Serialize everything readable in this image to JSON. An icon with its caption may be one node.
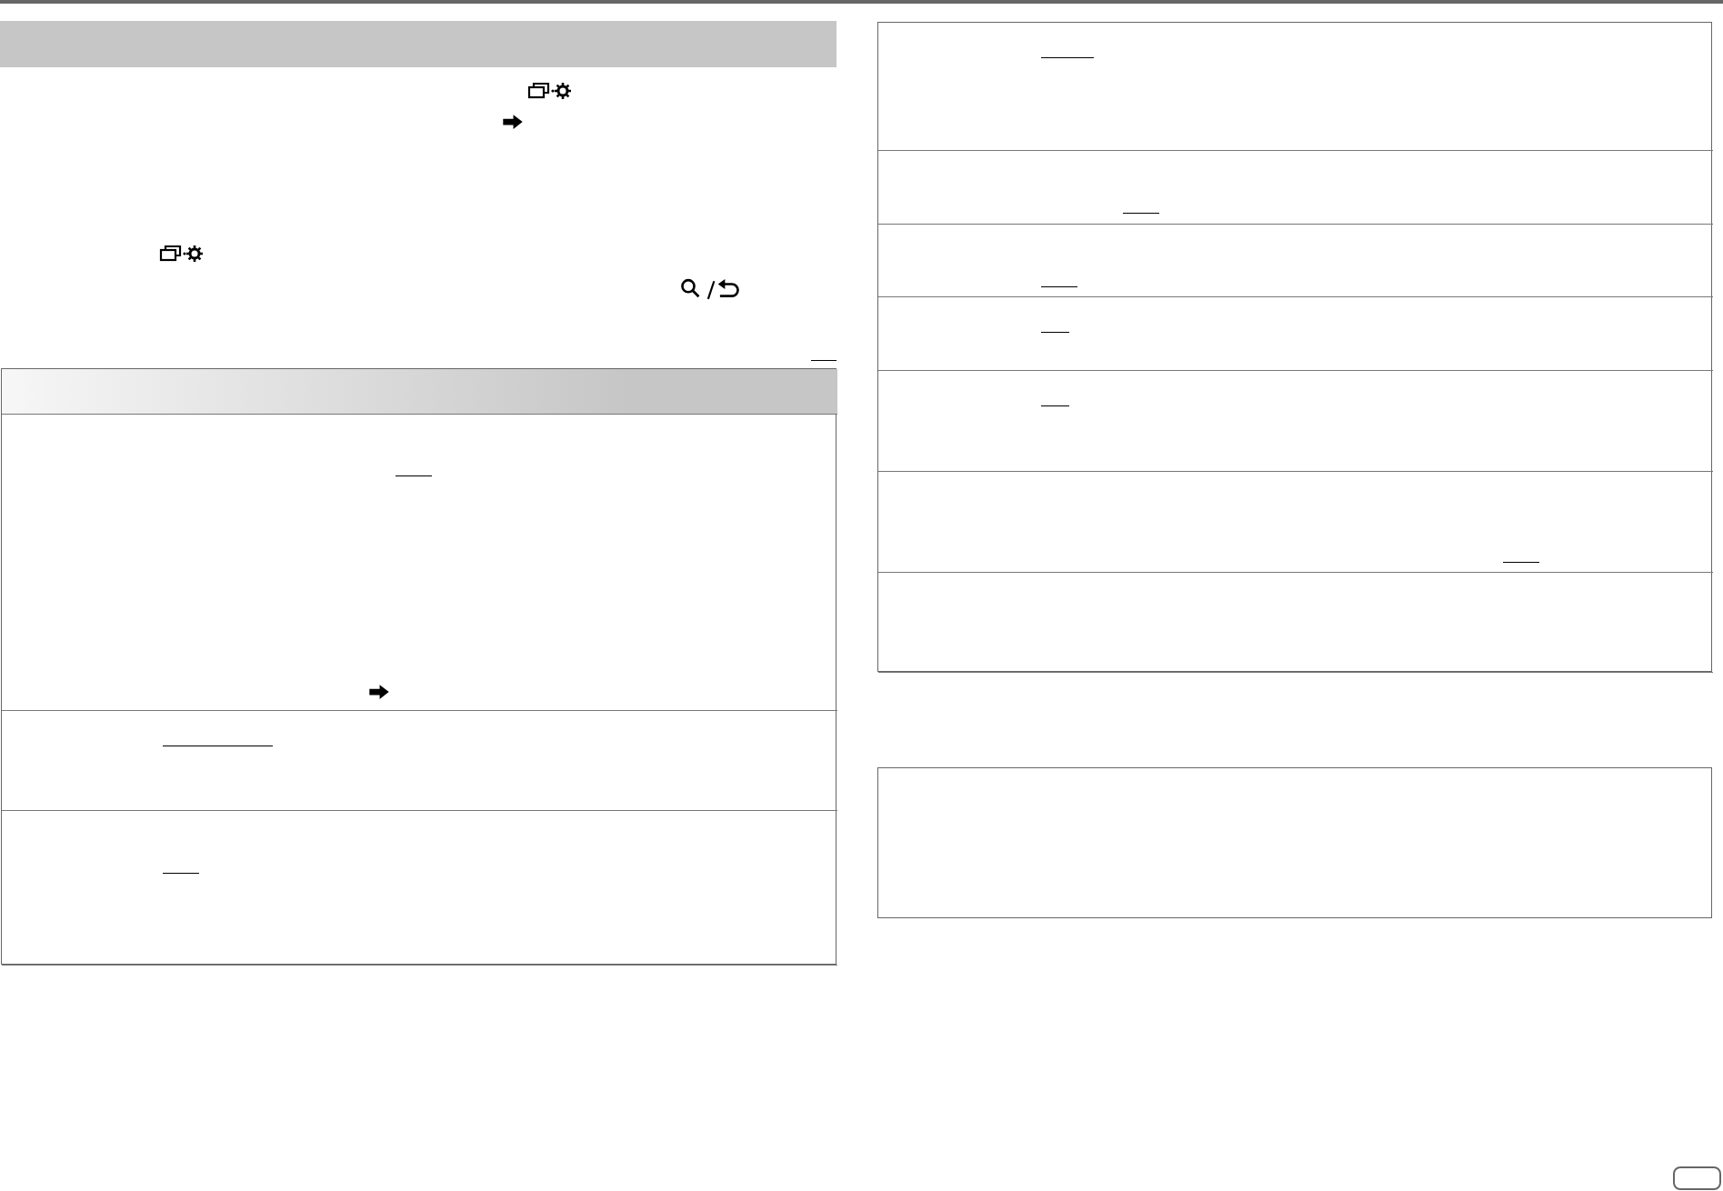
{
  "diagram": {
    "nodes": [
      {
        "text": [],
        "shape": "bar"
      },
      {
        "text": [],
        "shape": "box"
      },
      {
        "text": [],
        "shape": "bar",
        "in": 1
      },
      {
        "text": [],
        "shape": "box",
        "in": 1
      },
      {
        "text": [],
        "shape": "box",
        "in": 1
      },
      {
        "text": [],
        "shape": "box",
        "in": 1
      },
      {
        "text": [],
        "shape": "box"
      },
      {
        "text": [],
        "shape": "box",
        "in": 6
      },
      {
        "text": [],
        "shape": "box",
        "in": 6
      },
      {
        "text": [],
        "shape": "box",
        "in": 6
      },
      {
        "text": [],
        "shape": "box",
        "in": 6
      },
      {
        "text": [],
        "shape": "box",
        "in": 6
      },
      {
        "text": [],
        "shape": "box",
        "in": 6
      },
      {
        "text": [],
        "shape": "box",
        "in": 6
      },
      {
        "text": [],
        "shape": "box"
      },
      {
        "text": [],
        "shape": "box"
      }
    ]
  }
}
